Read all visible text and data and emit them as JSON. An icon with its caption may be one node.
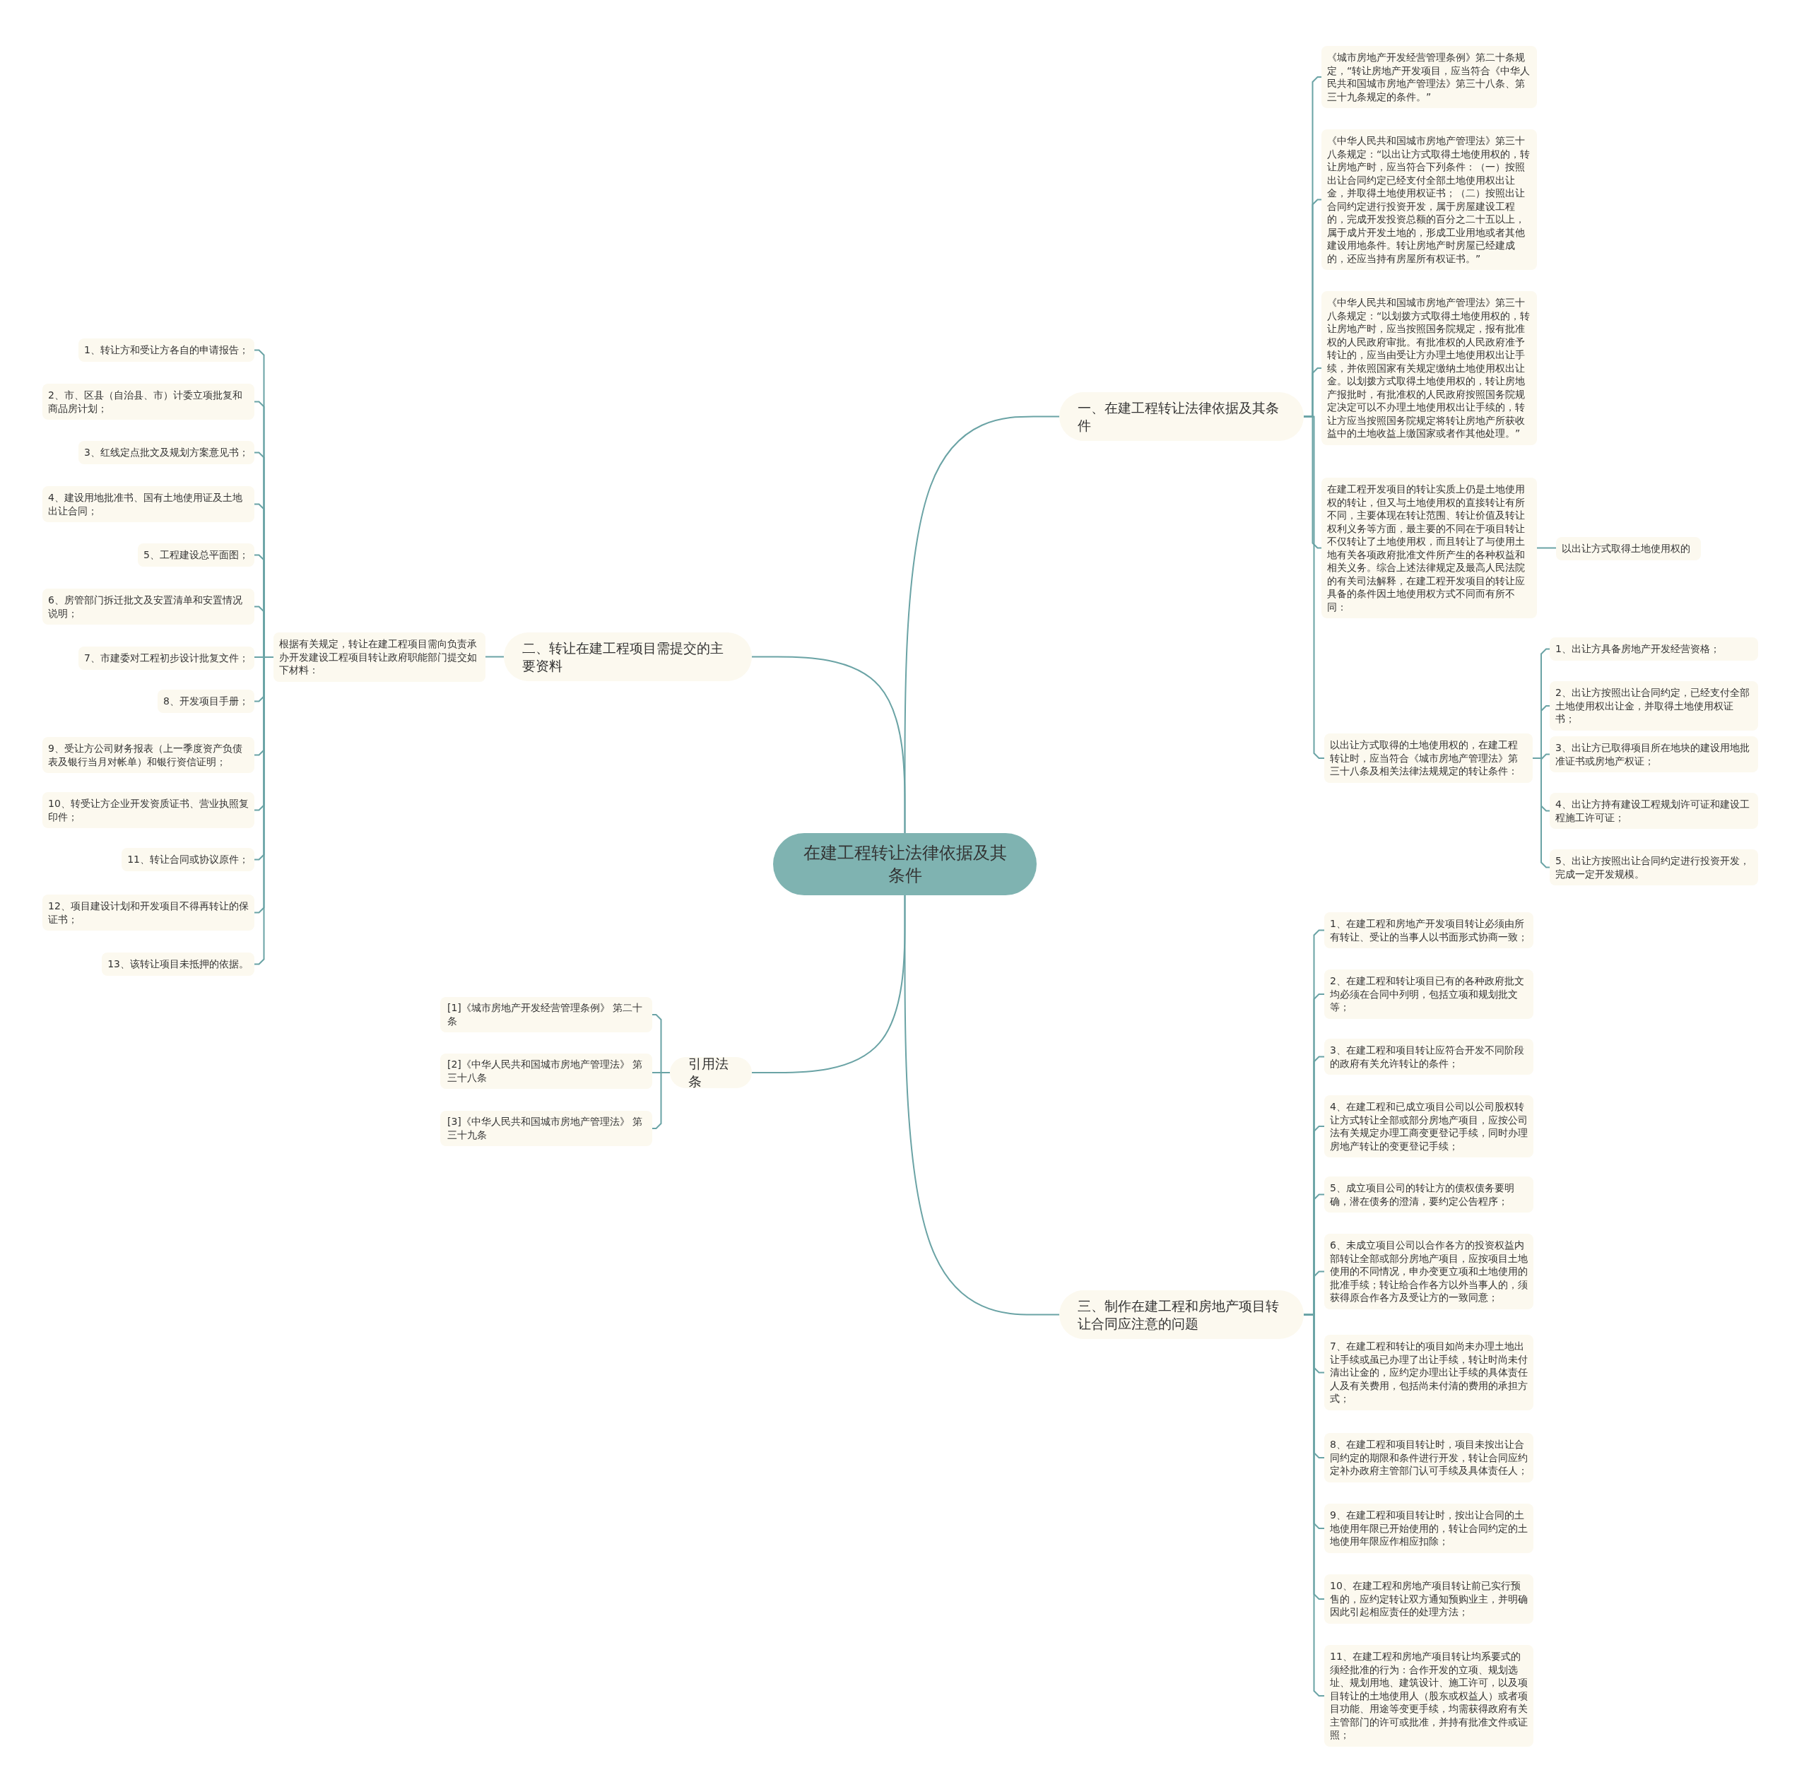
{
  "diagram": {
    "nodes": [
      {
        "text": [
          "在建工程转让法律依据及其条件"
        ]
      },
      {
        "text": [
          "一、在建工程转让法律依据及其条件"
        ]
      },
      {
        "text": [
          "《城市房地产开发经营管理条例》第二十条规定，“转让房地产开发项目，应当符合《中华人民共和国城市房地产管理法》第三十八条、第三十九条规定的条件。”"
        ]
      },
      {
        "text": [
          "《中华人民共和国城市房地产管理法》第三十八条规定：“以出让方式取得土地使用权的，转让房地产时，应当符合下列条件：（一）按照出让合同约定已经支付全部土地使用权出让金，并取得土地使用权证书；（二）按照出让合同约定进行投资开发，属于房屋建设工程的，完成开发投资总额的百分之二十五以上，属于成片开发土地的，形成工业用地或者其他建设用地条件。转让房地产时房屋已经建成的，还应当持有房屋所有权证书。”"
        ]
      },
      {
        "text": [
          "《中华人民共和国城市房地产管理法》第三十八条规定：“以划拨方式取得土地使用权的，转让房地产时，应当按照国务院规定，报有批准权的人民政府审批。有批准权的人民政府准予转让的，应当由受让方办理土地使用权出让手续，并依照国家有关规定缴纳土地使用权出让金。以划拨方式取得土地使用权的，转让房地产报批时，有批准权的人民政府按照国务院规定决定可以不办理土地使用权出让手续的，转让方应当按照国务院规定将转让房地产所获收益中的土地收益上缴国家或者作其他处理。”"
        ]
      },
      {
        "text": [
          "在建工程开发项目的转让实质上仍是土地使用权的转让，但又与土地使用权的直接转让有所不同，主要体现在转让范围、转让价值及转让权利义务等方面，最主要的不同在于项目转让不仅转让了土地使用权，而且转让了与使用土地有关各项政府批准文件所产生的各种权益和相关义务。综合上述法律规定及最高人民法院的有关司法解释，在建工程开发项目的转让应具备的条件因土地使用权方式不同而有所不同："
        ]
      },
      {
        "text": [
          "以出让方式取得土地使用权的"
        ]
      },
      {
        "text": [
          "以出让方式取得的土地使用权的，在建工程转让时，应当符合《城市房地产管理法》第三十八条及相关法律法规规定的转让条件："
        ]
      },
      {
        "text": [
          "1、出让方具备房地产开发经营资格；"
        ]
      },
      {
        "text": [
          "2、出让方按照出让合同约定，已经支付全部土地使用权出让金，并取得土地使用权证书；"
        ]
      },
      {
        "text": [
          "3、出让方已取得项目所在地块的建设用地批准证书或房地产权证；"
        ]
      },
      {
        "text": [
          "4、出让方持有建设工程规划许可证和建设工程施工许可证；"
        ]
      },
      {
        "text": [
          "5、出让方按照出让合同约定进行投资开发，完成一定开发规模。"
        ]
      },
      {
        "text": [
          "二、转让在建工程项目需提交的主要资料"
        ]
      },
      {
        "text": [
          "根据有关规定，转让在建工程项目需向负责承办开发建设工程项目转让政府职能部门提交如下材料："
        ]
      },
      {
        "text": [
          "1、转让方和受让方各自的申请报告；"
        ]
      },
      {
        "text": [
          "2、市、区县（自治县、市）计委立项批复和商品房计划；"
        ]
      },
      {
        "text": [
          "3、红线定点批文及规划方案意见书；"
        ]
      },
      {
        "text": [
          "4、建设用地批准书、国有土地使用证及土地出让合同；"
        ]
      },
      {
        "text": [
          "5、工程建设总平面图；"
        ]
      },
      {
        "text": [
          "6、房管部门拆迁批文及安置清单和安置情况说明；"
        ]
      },
      {
        "text": [
          "7、市建委对工程初步设计批复文件；"
        ]
      },
      {
        "text": [
          "8、开发项目手册；"
        ]
      },
      {
        "text": [
          "9、受让方公司财务报表（上一季度资产负债表及银行当月对帐单）和银行资信证明；"
        ]
      },
      {
        "text": [
          "10、转受让方企业开发资质证书、营业执照复印件；"
        ]
      },
      {
        "text": [
          "11、转让合同或协议原件；"
        ]
      },
      {
        "text": [
          "12、项目建设计划和开发项目不得再转让的保证书；"
        ]
      },
      {
        "text": [
          "13、该转让项目未抵押的依据。"
        ]
      },
      {
        "text": [
          "引用法条"
        ]
      },
      {
        "text": [
          "[1]《城市房地产开发经营管理条例》 第二十条"
        ]
      },
      {
        "text": [
          "[2]《中华人民共和国城市房地产管理法》 第三十八条"
        ]
      },
      {
        "text": [
          "[3]《中华人民共和国城市房地产管理法》 第三十九条"
        ]
      },
      {
        "text": [
          "三、制作在建工程和房地产项目转让合同应注意的问题"
        ]
      },
      {
        "text": [
          "1、在建工程和房地产开发项目转让必须由所有转让、受让的当事人以书面形式协商一致；"
        ]
      },
      {
        "text": [
          "2、在建工程和转让项目已有的各种政府批文均必须在合同中列明，包括立项和规划批文等；"
        ]
      },
      {
        "text": [
          "3、在建工程和项目转让应符合开发不同阶段的政府有关允许转让的条件；"
        ]
      },
      {
        "text": [
          "4、在建工程和已成立项目公司以公司股权转让方式转让全部或部分房地产项目，应按公司法有关规定办理工商变更登记手续，同时办理房地产转让的变更登记手续；"
        ]
      },
      {
        "text": [
          "5、成立项目公司的转让方的债权债务要明确，潜在债务的澄清，要约定公告程序；"
        ]
      },
      {
        "text": [
          "6、未成立项目公司以合作各方的投资权益内部转让全部或部分房地产项目，应按项目土地使用的不同情况，申办变更立项和土地使用的批准手续；转让给合作各方以外当事人的，须获得原合作各方及受让方的一致同意；"
        ]
      },
      {
        "text": [
          "7、在建工程和转让的项目如尚未办理土地出让手续或虽已办理了出让手续，转让时尚未付清出让金的，应约定办理出让手续的具体责任人及有关费用，包括尚未付清的费用的承担方式；"
        ]
      },
      {
        "text": [
          "8、在建工程和项目转让时，项目未按出让合同约定的期限和条件进行开发，转让合同应约定补办政府主管部门认可手续及具体责任人；"
        ]
      },
      {
        "text": [
          "9、在建工程和项目转让时，按出让合同的土地使用年限已开始使用的，转让合同约定的土地使用年限应作相应扣除；"
        ]
      },
      {
        "text": [
          "10、在建工程和房地产项目转让前已实行预售的，应约定转让双方通知预购业主，并明确因此引起相应责任的处理方法；"
        ]
      },
      {
        "text": [
          "11、在建工程和房地产项目转让均系要式的须经批准的行为：合作开发的立项、规划选址、规划用地、建筑设计、施工许可，以及项目转让的土地使用人（股东或权益人）或者项目功能、用途等变更手续，均需获得政府有关主管部门的许可或批准，并持有批准文件或证照；"
        ]
      }
    ],
    "edges": [
      {
        "from": 0,
        "to": 1,
        "arrow": "none"
      },
      {
        "from": 0,
        "to": 13,
        "arrow": "none"
      },
      {
        "from": 0,
        "to": 28,
        "arrow": "none"
      },
      {
        "from": 0,
        "to": 32,
        "arrow": "none"
      },
      {
        "from": 1,
        "to": 2,
        "arrow": "none"
      },
      {
        "from": 1,
        "to": 3,
        "arrow": "none"
      },
      {
        "from": 1,
        "to": 4,
        "arrow": "none"
      },
      {
        "from": 1,
        "to": 5,
        "arrow": "none"
      },
      {
        "from": 1,
        "to": 7,
        "arrow": "none"
      },
      {
        "from": 5,
        "to": 6,
        "arrow": "none"
      },
      {
        "from": 7,
        "to": 8,
        "arrow": "none"
      },
      {
        "from": 7,
        "to": 9,
        "arrow": "none"
      },
      {
        "from": 7,
        "to": 10,
        "arrow": "none"
      },
      {
        "from": 7,
        "to": 11,
        "arrow": "none"
      },
      {
        "from": 7,
        "to": 12,
        "arrow": "none"
      },
      {
        "from": 13,
        "to": 14,
        "arrow": "none"
      },
      {
        "from": 14,
        "to": 15,
        "arrow": "none"
      },
      {
        "from": 14,
        "to": 16,
        "arrow": "none"
      },
      {
        "from": 14,
        "to": 17,
        "arrow": "none"
      },
      {
        "from": 14,
        "to": 18,
        "arrow": "none"
      },
      {
        "from": 14,
        "to": 19,
        "arrow": "none"
      },
      {
        "from": 14,
        "to": 20,
        "arrow": "none"
      },
      {
        "from": 14,
        "to": 21,
        "arrow": "none"
      },
      {
        "from": 14,
        "to": 22,
        "arrow": "none"
      },
      {
        "from": 14,
        "to": 23,
        "arrow": "none"
      },
      {
        "from": 14,
        "to": 24,
        "arrow": "none"
      },
      {
        "from": 14,
        "to": 25,
        "arrow": "none"
      },
      {
        "from": 14,
        "to": 26,
        "arrow": "none"
      },
      {
        "from": 14,
        "to": 27,
        "arrow": "none"
      },
      {
        "from": 28,
        "to": 29,
        "arrow": "none"
      },
      {
        "from": 28,
        "to": 30,
        "arrow": "none"
      },
      {
        "from": 28,
        "to": 31,
        "arrow": "none"
      },
      {
        "from": 32,
        "to": 33,
        "arrow": "none"
      },
      {
        "from": 32,
        "to": 34,
        "arrow": "none"
      },
      {
        "from": 32,
        "to": 35,
        "arrow": "none"
      },
      {
        "from": 32,
        "to": 36,
        "arrow": "none"
      },
      {
        "from": 32,
        "to": 37,
        "arrow": "none"
      },
      {
        "from": 32,
        "to": 38,
        "arrow": "none"
      },
      {
        "from": 32,
        "to": 39,
        "arrow": "none"
      },
      {
        "from": 32,
        "to": 40,
        "arrow": "none"
      },
      {
        "from": 32,
        "to": 41,
        "arrow": "none"
      },
      {
        "from": 32,
        "to": 42,
        "arrow": "none"
      },
      {
        "from": 32,
        "to": 43,
        "arrow": "none"
      }
    ]
  }
}
